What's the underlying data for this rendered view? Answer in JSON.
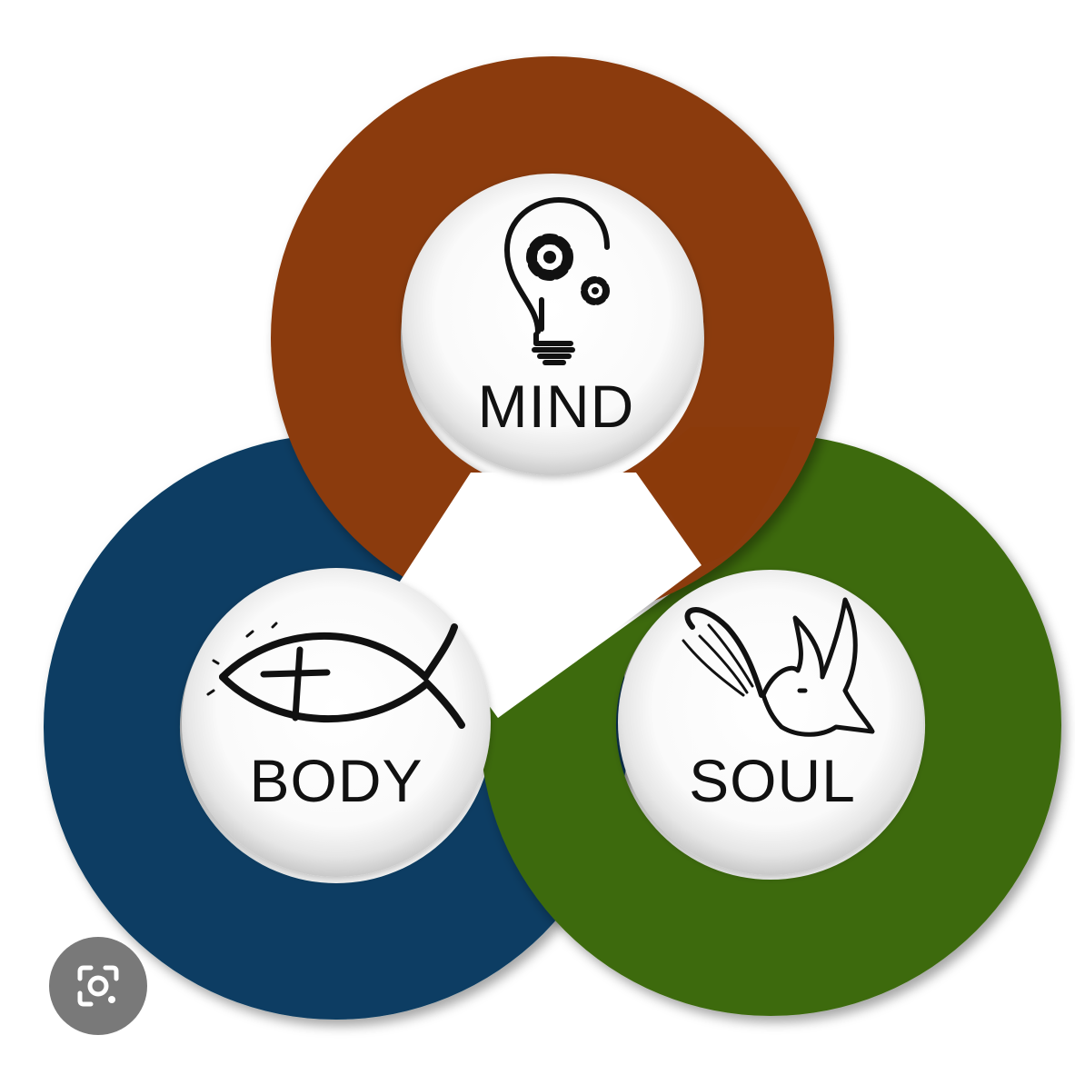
{
  "diagram": {
    "nodes": [
      {
        "id": "mind",
        "label": "MIND",
        "color": "#8b3a0a",
        "icon": "lightbulb-gears-icon"
      },
      {
        "id": "body",
        "label": "BODY",
        "color": "#073e63",
        "icon": "ichthys-fish-cross-icon"
      },
      {
        "id": "soul",
        "label": "SOUL",
        "color": "#3d6b0f",
        "icon": "dove-feather-icon"
      }
    ]
  },
  "overlay": {
    "icon": "visual-search-lens-icon"
  }
}
